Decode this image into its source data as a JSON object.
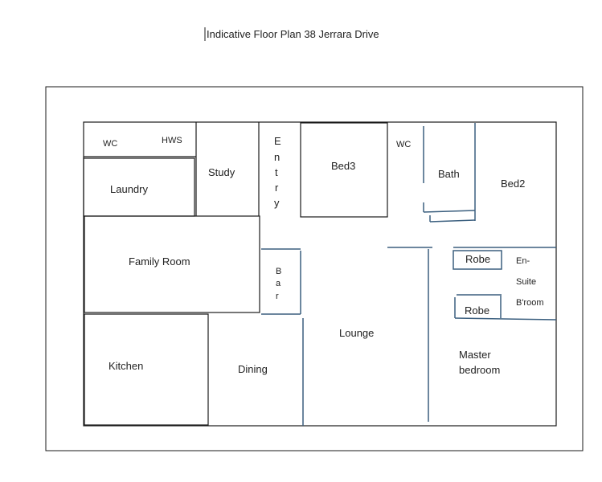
{
  "title": "Indicative Floor Plan 38 Jerrara Drive",
  "colors": {
    "line": "#1a1a1a",
    "wall_blue": "#3b5f7f",
    "text": "#222222",
    "background": "#ffffff"
  },
  "rooms": {
    "wc_left": "WC",
    "hws": "HWS",
    "laundry": "Laundry",
    "study": "Study",
    "entry_letters": [
      "E",
      "n",
      "t",
      "r",
      "y"
    ],
    "bed3": "Bed3",
    "wc_right": "WC",
    "bath": "Bath",
    "bed2": "Bed2",
    "family_room": "Family Room",
    "bar_letters": [
      "B",
      "a",
      "r"
    ],
    "robe_top": "Robe",
    "robe_bottom": "Robe",
    "ensuite_lines": [
      "En-",
      "Suite",
      "B'room"
    ],
    "lounge": "Lounge",
    "kitchen": "Kitchen",
    "dining": "Dining",
    "master_lines": [
      "Master",
      "bedroom"
    ]
  }
}
